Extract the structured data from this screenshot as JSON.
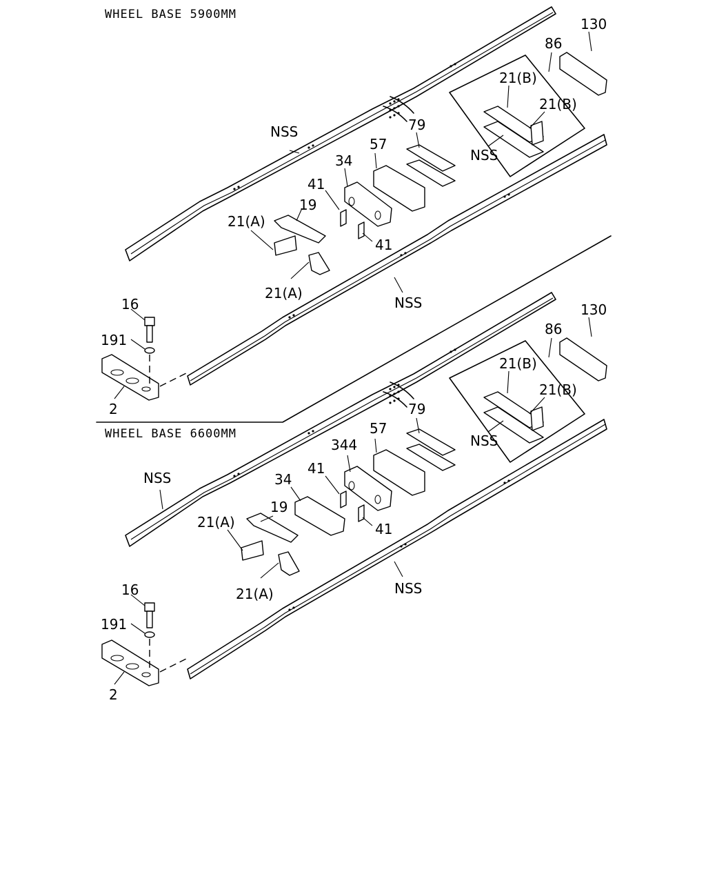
{
  "diagram": {
    "sections": [
      {
        "id": "wb5900",
        "title": "WHEEL BASE 5900MM",
        "callouts": {
          "c130": "130",
          "c86": "86",
          "c21b_1": "21(B)",
          "c21b_2": "21(B)",
          "c79": "79",
          "c57": "57",
          "c34": "34",
          "c41_a": "41",
          "c41_b": "41",
          "c19": "19",
          "c21a_1": "21(A)",
          "c21a_2": "21(A)",
          "nss_box": "NSS",
          "nss_left": "NSS",
          "nss_right": "NSS",
          "c16": "16",
          "c191": "191",
          "c2": "2"
        }
      },
      {
        "id": "wb6600",
        "title": "WHEEL BASE 6600MM",
        "callouts": {
          "c130": "130",
          "c86": "86",
          "c21b_1": "21(B)",
          "c21b_2": "21(B)",
          "c79": "79",
          "c57": "57",
          "c344": "344",
          "c34": "34",
          "c41_a": "41",
          "c41_b": "41",
          "c19": "19",
          "c21a_1": "21(A)",
          "c21a_2": "21(A)",
          "nss_box": "NSS",
          "nss_left": "NSS",
          "nss_right": "NSS",
          "c16": "16",
          "c191": "191",
          "c2": "2"
        }
      }
    ]
  }
}
